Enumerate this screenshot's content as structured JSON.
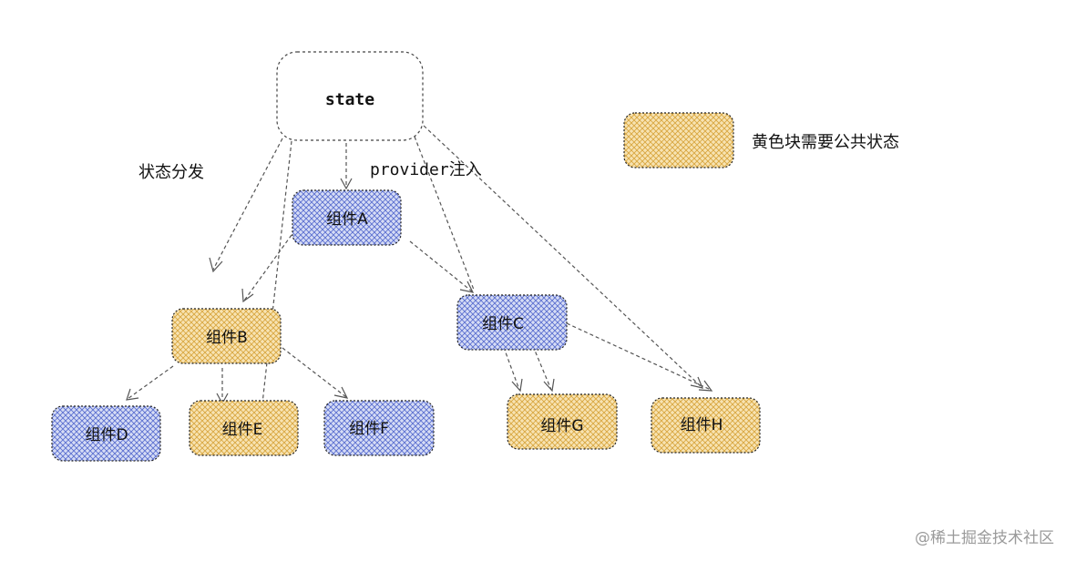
{
  "state_label": "state",
  "labels": {
    "distribute": "状态分发",
    "provider_prefix": "provider",
    "provider_suffix": "注入",
    "legend": "黄色块需要公共状态"
  },
  "nodes": [
    {
      "id": "A",
      "label": "组件A",
      "color": "blue"
    },
    {
      "id": "B",
      "label": "组件B",
      "color": "yellow"
    },
    {
      "id": "C",
      "label": "组件C",
      "color": "blue"
    },
    {
      "id": "D",
      "label": "组件D",
      "color": "blue"
    },
    {
      "id": "E",
      "label": "组件E",
      "color": "yellow"
    },
    {
      "id": "F",
      "label": "组件F",
      "color": "blue"
    },
    {
      "id": "G",
      "label": "组件G",
      "color": "yellow"
    },
    {
      "id": "H",
      "label": "组件H",
      "color": "yellow"
    }
  ],
  "colors": {
    "blue_fill": "#d6dcf5",
    "blue_hatch": "#5a6fd0",
    "yellow_fill": "#f7e3b2",
    "yellow_hatch": "#d9a640",
    "border": "#222222"
  },
  "watermark": "@稀土掘金技术社区"
}
